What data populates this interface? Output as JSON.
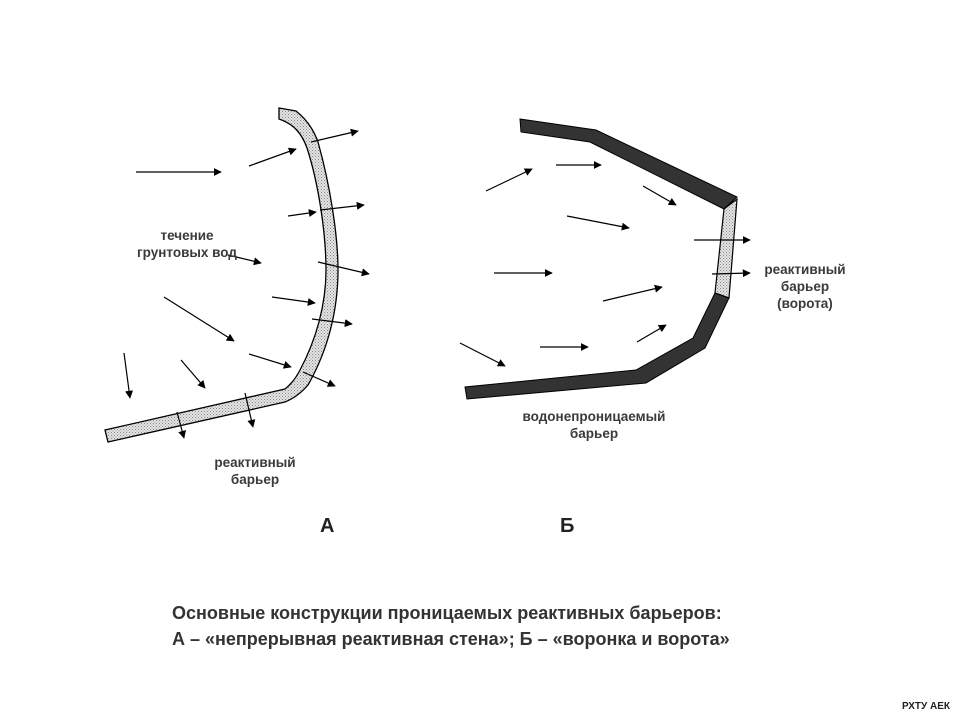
{
  "panel_a": {
    "letter": "А",
    "flow_label_line1": "течение",
    "flow_label_line2": "грунтовых вод",
    "barrier_label_line1": "реактивный",
    "barrier_label_line2": "барьер"
  },
  "panel_b": {
    "letter": "Б",
    "gate_label_line1": "реактивный",
    "gate_label_line2": "барьер",
    "gate_label_line3": "(ворота)",
    "wall_label_line1": "водонепроницаемый",
    "wall_label_line2": "барьер"
  },
  "caption": {
    "line1": "Основные конструкции проницаемых реактивных барьеров:",
    "line2": "А – «непрерывная реактивная стена»; Б – «воронка и ворота»"
  },
  "footer": {
    "text": "РХТУ АЕК"
  },
  "colors": {
    "barrier_fill": "#d8d8d8",
    "impermeable_wall": "#333333",
    "arrow": "#000000"
  }
}
